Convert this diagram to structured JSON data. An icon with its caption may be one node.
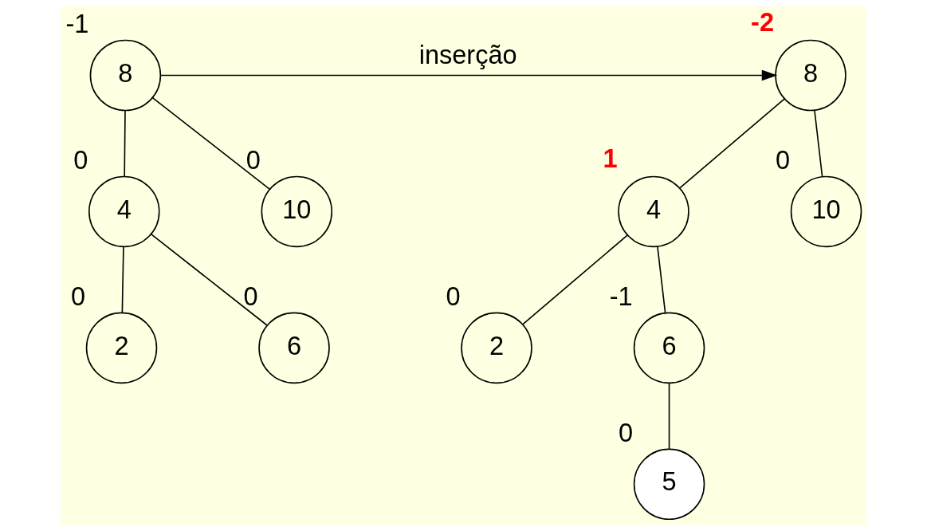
{
  "diagram": {
    "nodes": [
      {
        "text": [
          "8"
        ],
        "beside": [
          "-1"
        ]
      },
      {
        "text": [
          "4"
        ],
        "beside": [
          "0"
        ]
      },
      {
        "text": [
          "10"
        ],
        "beside": [
          "0"
        ]
      },
      {
        "text": [
          "2"
        ],
        "beside": [
          "0"
        ]
      },
      {
        "text": [
          "6"
        ],
        "beside": [
          "0"
        ]
      },
      {
        "text": [
          "8"
        ],
        "beside": [
          "-2"
        ]
      },
      {
        "text": [
          "4"
        ],
        "beside": [
          "1"
        ]
      },
      {
        "text": [
          "10"
        ],
        "beside": [
          "0"
        ]
      },
      {
        "text": [
          "2"
        ],
        "beside": [
          "0"
        ]
      },
      {
        "text": [
          "6"
        ],
        "beside": [
          "-1"
        ]
      },
      {
        "text": [
          "5"
        ],
        "beside": [
          "0"
        ]
      }
    ],
    "edges": [
      {
        "from": 0,
        "to": 1,
        "arrow": "none"
      },
      {
        "from": 0,
        "to": 2,
        "arrow": "none"
      },
      {
        "from": 1,
        "to": 3,
        "arrow": "none"
      },
      {
        "from": 1,
        "to": 4,
        "arrow": "none"
      },
      {
        "from": 0,
        "to": 5,
        "arrow": "to",
        "label": "inserção"
      },
      {
        "from": 5,
        "to": 6,
        "arrow": "none"
      },
      {
        "from": 5,
        "to": 7,
        "arrow": "none"
      },
      {
        "from": 6,
        "to": 8,
        "arrow": "none"
      },
      {
        "from": 6,
        "to": 9,
        "arrow": "none"
      },
      {
        "from": 9,
        "to": 10,
        "arrow": "none"
      }
    ]
  }
}
